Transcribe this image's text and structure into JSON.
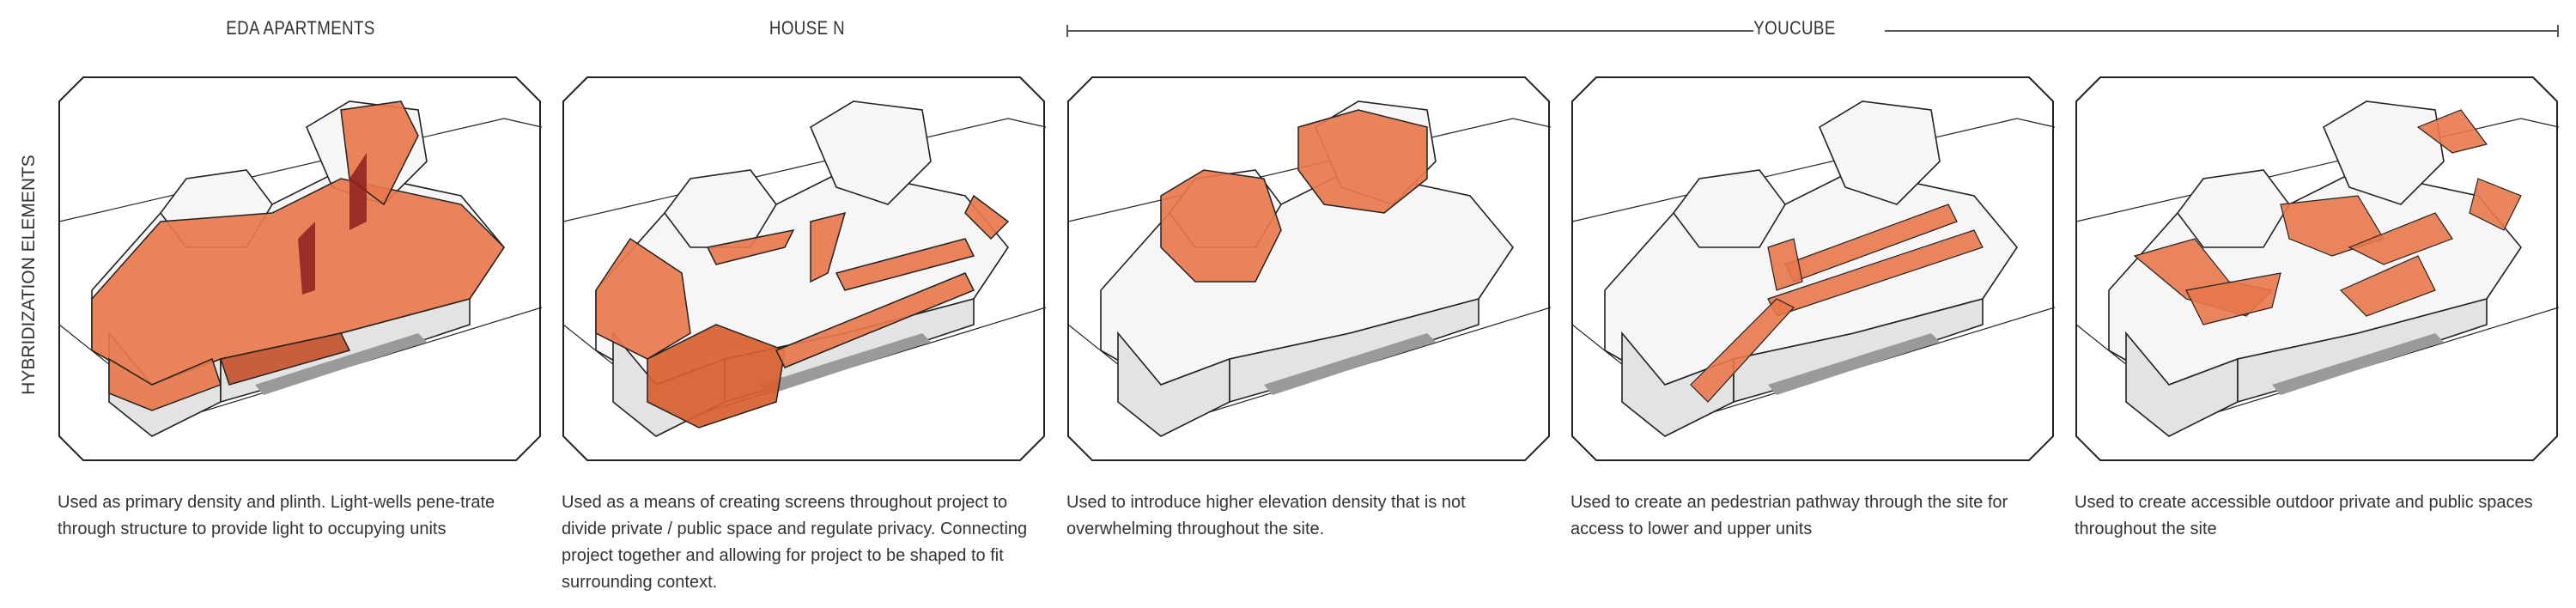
{
  "side_label": "HYBRIDIZATION ELEMENTS",
  "headers": [
    "EDA APARTMENTS",
    "HOUSE N",
    "YOUCUBE"
  ],
  "accent_color": "#E8784B",
  "panels": [
    {
      "description": "Used as primary density and plinth. Light-wells pene-trate through structure to provide light to occupying units"
    },
    {
      "description": "Used as a means of creating screens throughout project to divide private / public space and regulate privacy. Connecting project together and allowing for project to be shaped to fit surrounding context."
    },
    {
      "description": "Used to introduce higher elevation density that is not overwhelming throughout the site."
    },
    {
      "description": "Used to create an pedestrian pathway through the site for access to lower and upper units"
    },
    {
      "description": "Used to create accessible outdoor private and public spaces throughout the site"
    }
  ]
}
